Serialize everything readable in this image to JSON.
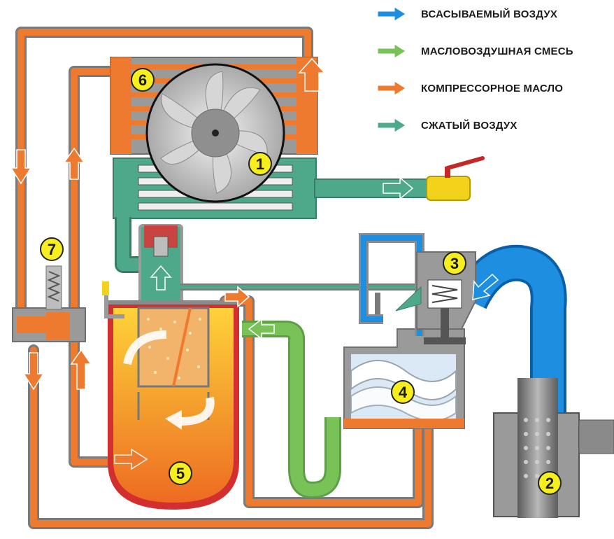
{
  "legend": [
    {
      "label": "ВСАСЫВАЕМЫЙ ВОЗДУХ",
      "color": "#1e8fe0",
      "icon": "intake-air-arrow"
    },
    {
      "label": "МАСЛОВОЗДУШНАЯ СМЕСЬ",
      "color": "#79c257",
      "icon": "oil-air-mixture-arrow"
    },
    {
      "label": "КОМПРЕССОРНОЕ МАСЛО",
      "color": "#ee7a2f",
      "icon": "compressor-oil-arrow"
    },
    {
      "label": "СЖАТЫЙ ВОЗДУХ",
      "color": "#4ea98a",
      "icon": "compressed-air-arrow"
    }
  ],
  "components": [
    {
      "number": "1",
      "part": "cooling-fan"
    },
    {
      "number": "2",
      "part": "air-filter"
    },
    {
      "number": "3",
      "part": "intake-valve"
    },
    {
      "number": "4",
      "part": "screw-block"
    },
    {
      "number": "5",
      "part": "separator-tank"
    },
    {
      "number": "6",
      "part": "oil-cooler"
    },
    {
      "number": "7",
      "part": "thermostatic-valve"
    }
  ],
  "colors": {
    "oil": "#ee7a2f",
    "oil_light": "#f6b184",
    "mixture": "#79c257",
    "compressed": "#4ea98a",
    "intake": "#1e8fe0",
    "casing": "#9a9a9a",
    "pipe_outline": "#7a7a7a",
    "badge": "#f7ee1d"
  }
}
